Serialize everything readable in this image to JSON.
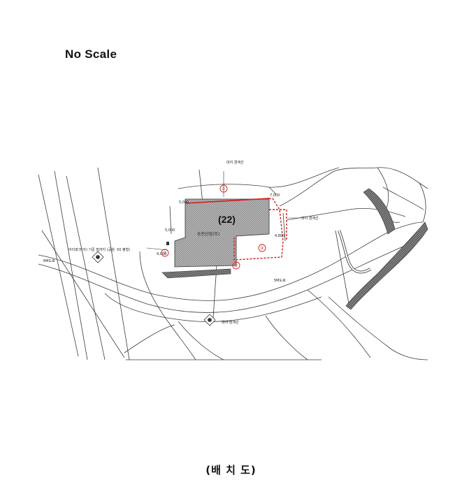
{
  "note": "No Scale",
  "caption": "(배 치 도)",
  "plot": {
    "number": "(22)",
    "name": "송천산업(주)"
  },
  "labels": {
    "road_6m": "6M도로",
    "road_5m": "5M도로",
    "park_top": "대지 경계선",
    "park_right": "대지 경계선",
    "park_bottom": "대지 경계선",
    "sign_text": "아이파크(아) 기준 점까지 (공원: 50 평형)"
  },
  "markers": {
    "m1": "①",
    "m2": "②",
    "m3": "③",
    "m4": "④"
  },
  "dimensions": {
    "d1": "5,000",
    "d2": "5,000",
    "d3": "4,000",
    "d4": "4,800",
    "d5": "7,000"
  },
  "colors": {
    "line": "#3a3a3a",
    "hatch": "#8a8a8a",
    "boundary": "#d21e1e"
  }
}
